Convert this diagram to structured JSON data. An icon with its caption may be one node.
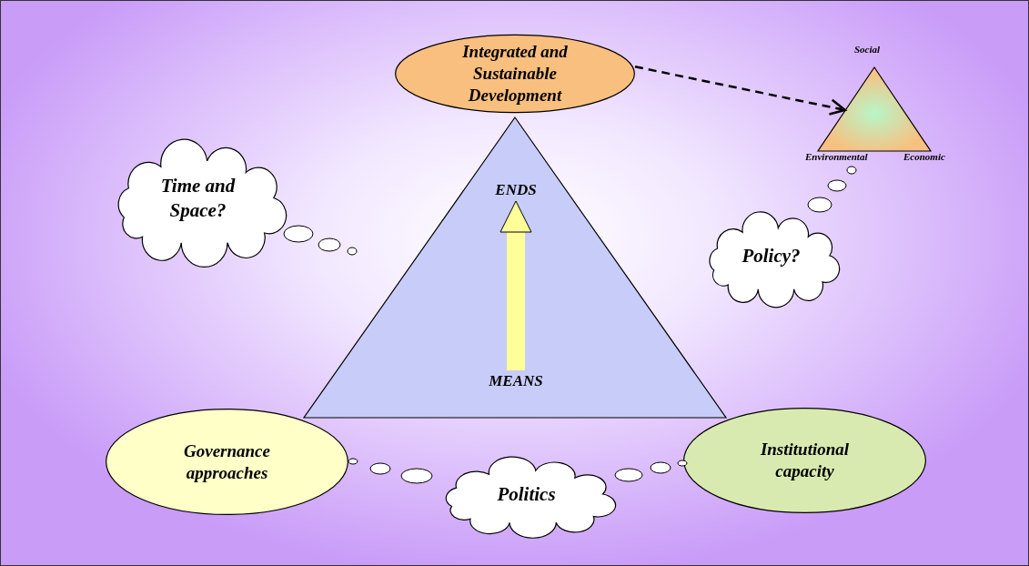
{
  "diagram": {
    "nodes": [
      {
        "text": [
          "Integrated and Sustainable Development"
        ]
      },
      {
        "text": [],
        "shape": "triangle",
        "beside": [
          "Social",
          "Environmental",
          "Economic"
        ]
      },
      {
        "text": [
          "Time and Space?"
        ]
      },
      {
        "text": [],
        "shape": "triangle"
      },
      {
        "text": [
          "ENDS"
        ],
        "in": 3
      },
      {
        "text": [
          "Policy?"
        ]
      },
      {
        "text": [
          "MEANS"
        ],
        "in": 3
      },
      {
        "text": [
          "Governance approaches"
        ]
      },
      {
        "text": [
          "Politics"
        ]
      },
      {
        "text": [
          "Institutional capacity"
        ]
      }
    ],
    "edges": [
      {
        "from": 0,
        "to": 1,
        "arrow": "to",
        "style": "dashed"
      },
      {
        "from": 6,
        "to": 4,
        "arrow": "to",
        "style": "thick",
        "color": "#ffff99"
      }
    ]
  }
}
